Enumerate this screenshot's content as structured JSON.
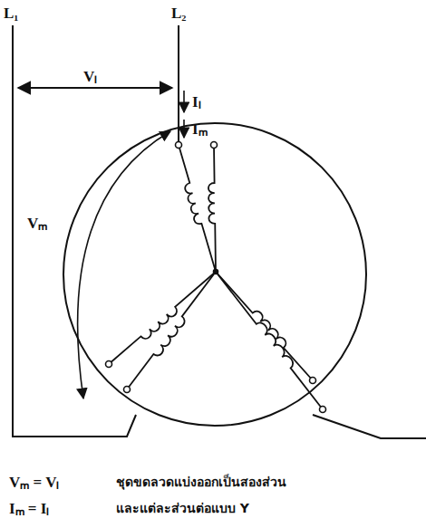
{
  "diagram": {
    "labels": [
      "L₁",
      "L₂",
      "Vₗ",
      "Iₗ",
      "Iₘ",
      "Vₘ",
      "Vₘ = Vₗ",
      "Iₘ = Iₗ",
      "ชุดขดลวดแบ่งออกเป็นสองส่วน",
      "และแต่ละส่วนต่อแบบ Y"
    ]
  }
}
